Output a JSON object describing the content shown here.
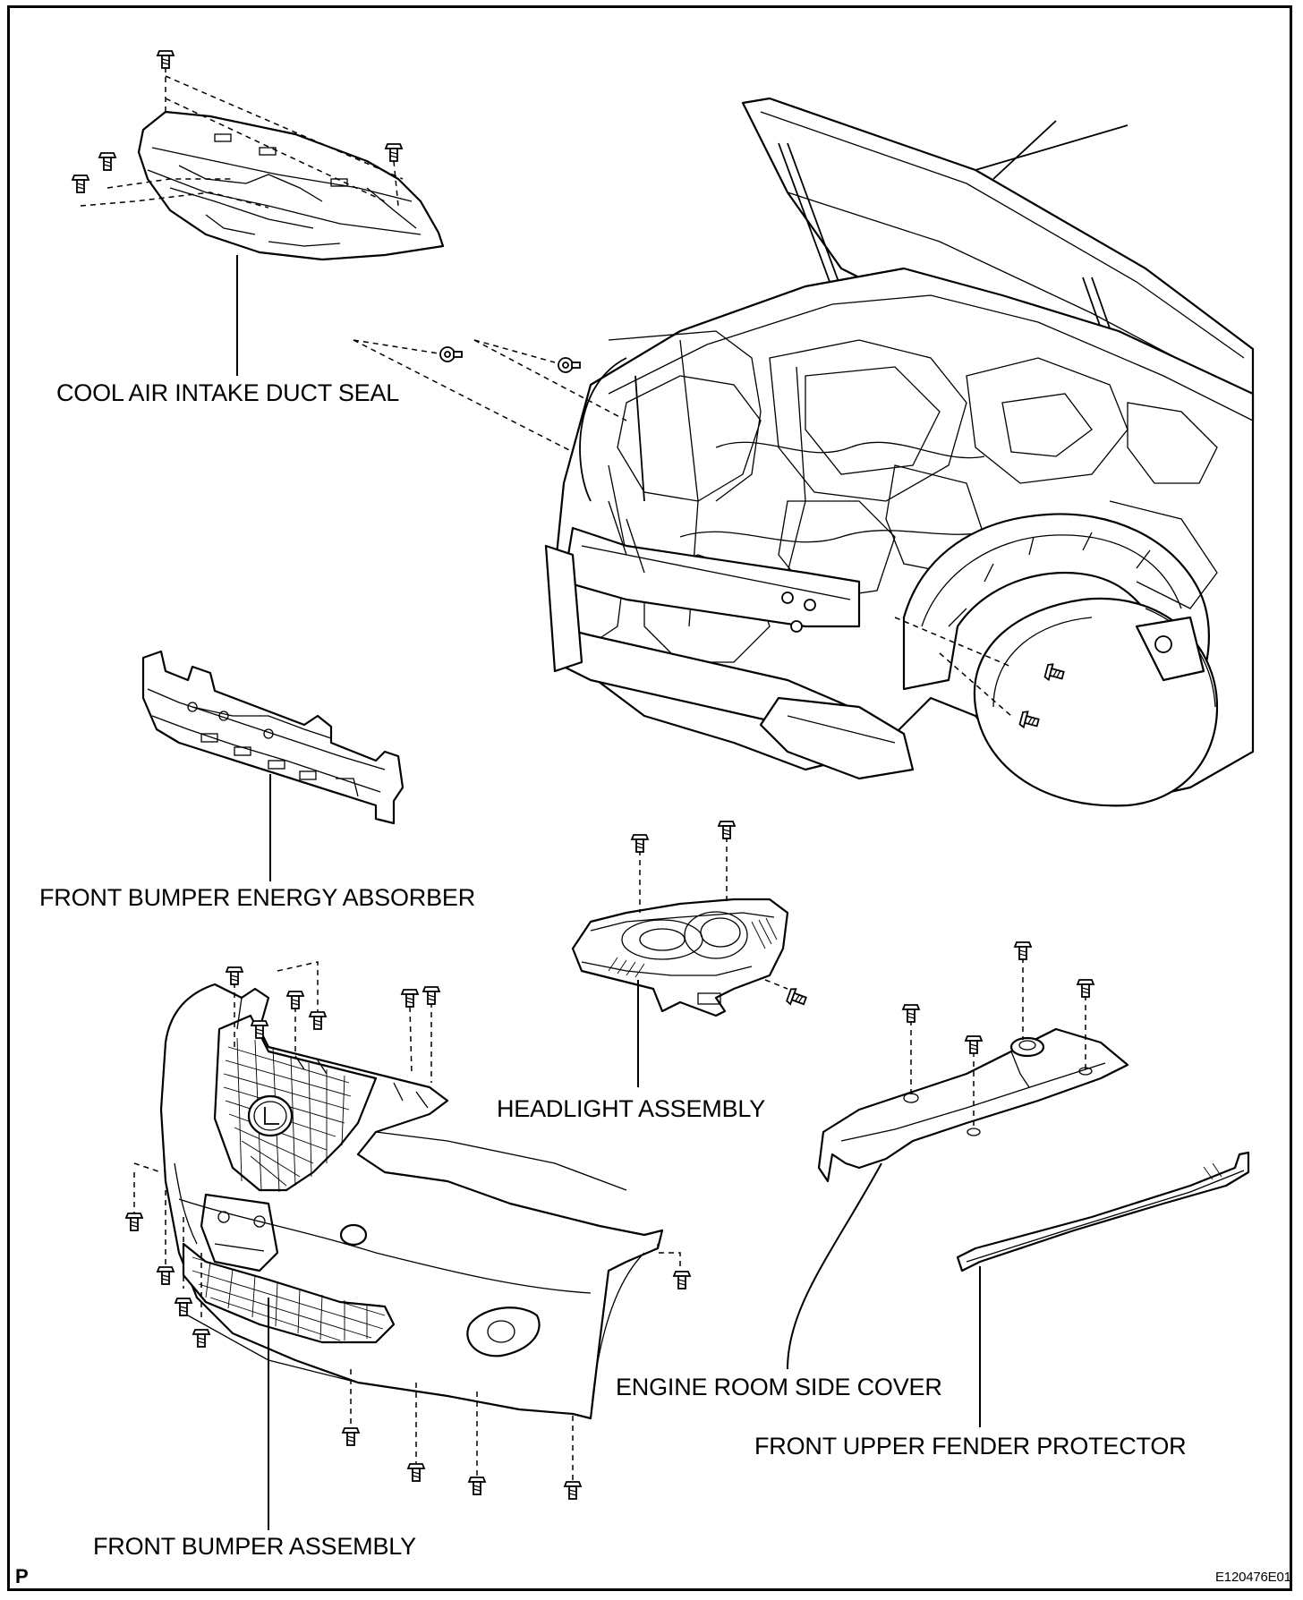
{
  "labels": {
    "cool_air_intake_duct_seal": "COOL AIR INTAKE DUCT SEAL",
    "front_bumper_energy_absorber": "FRONT BUMPER ENERGY ABSORBER",
    "headlight_assembly": "HEADLIGHT ASSEMBLY",
    "engine_room_side_cover": "ENGINE ROOM SIDE COVER",
    "front_upper_fender_protector": "FRONT UPPER FENDER PROTECTOR",
    "front_bumper_assembly": "FRONT BUMPER ASSEMBLY"
  },
  "corner_mark": "P",
  "figure_code": "E120476E01"
}
